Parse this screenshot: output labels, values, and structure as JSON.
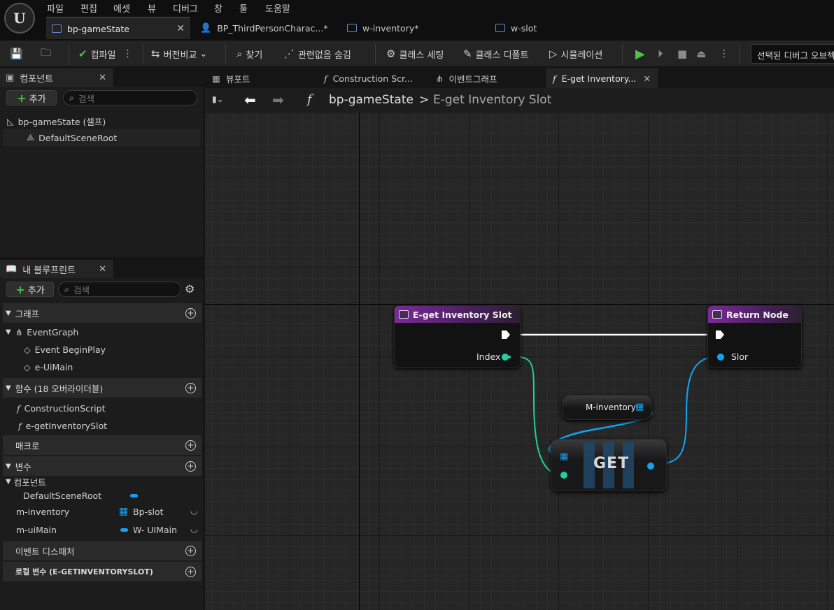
{
  "menu": [
    "파일",
    "편집",
    "에셋",
    "뷰",
    "디버그",
    "창",
    "툴",
    "도움말"
  ],
  "doc_tabs": [
    {
      "label": "bp-gameState",
      "active": true
    },
    {
      "label": "BP_ThirdPersonCharac...*"
    },
    {
      "label": "w-inventory*"
    },
    {
      "label": "w-slot"
    }
  ],
  "toolbar": {
    "compile": "컴파일",
    "diff": "버전비교",
    "find": "찾기",
    "hide_unrelated": "관련없음 숨김",
    "class_settings": "클래스 세팅",
    "class_defaults": "클래스 디폴트",
    "simulation": "시뮬레이션",
    "debug_select": "선택된 디버그 오브젝"
  },
  "components_panel": {
    "title": "컴포넌트",
    "add": "추가",
    "search_placeholder": "검색",
    "items": [
      "bp-gameState (셀프)",
      "DefaultSceneRoot"
    ]
  },
  "blueprint_panel": {
    "title": "내 블루프린트",
    "add": "추가",
    "search_placeholder": "검색",
    "graphs_header": "그래프",
    "graph_items": [
      "EventGraph",
      "Event BeginPlay",
      "e-UiMain"
    ],
    "functions_header": "함수 (18 오버라이더블)",
    "function_items": [
      "ConstructionScript",
      "e-getInventorySlot"
    ],
    "macros_header": "매크로",
    "variables_header": "변수",
    "components_sub": "컴포넌트",
    "variables": [
      {
        "name": "DefaultSceneRoot",
        "type": ""
      },
      {
        "name": "m-inventory",
        "type": "Bp-slot"
      },
      {
        "name": "m-uiMain",
        "type": "W- UIMain"
      }
    ],
    "dispatchers_header": "이벤트 디스패처",
    "local_vars_header": "로컬 변수 (E-GETINVENTORYSLOT)"
  },
  "graph_tabs": [
    {
      "label": "뷰포트"
    },
    {
      "label": "Construction Scr..."
    },
    {
      "label": "이벤트그래프"
    },
    {
      "label": "E-get Inventory...",
      "active": true
    }
  ],
  "breadcrumb": {
    "root": "bp-gameState",
    "sep": ">",
    "current": "E-get Inventory Slot"
  },
  "nodes": {
    "entry": {
      "title": "E-get Inventory Slot",
      "pin": "Index"
    },
    "return": {
      "title": "Return Node",
      "pin": "Slor"
    },
    "var": {
      "label": "M-inventory"
    },
    "get": {
      "label": "GET"
    }
  },
  "colors": {
    "function_header": "#7a2a97",
    "exec_wire": "#ffffff",
    "int_pin": "#1fd19a",
    "object_pin": "#12a4f0",
    "play_green": "#4ec24a"
  }
}
